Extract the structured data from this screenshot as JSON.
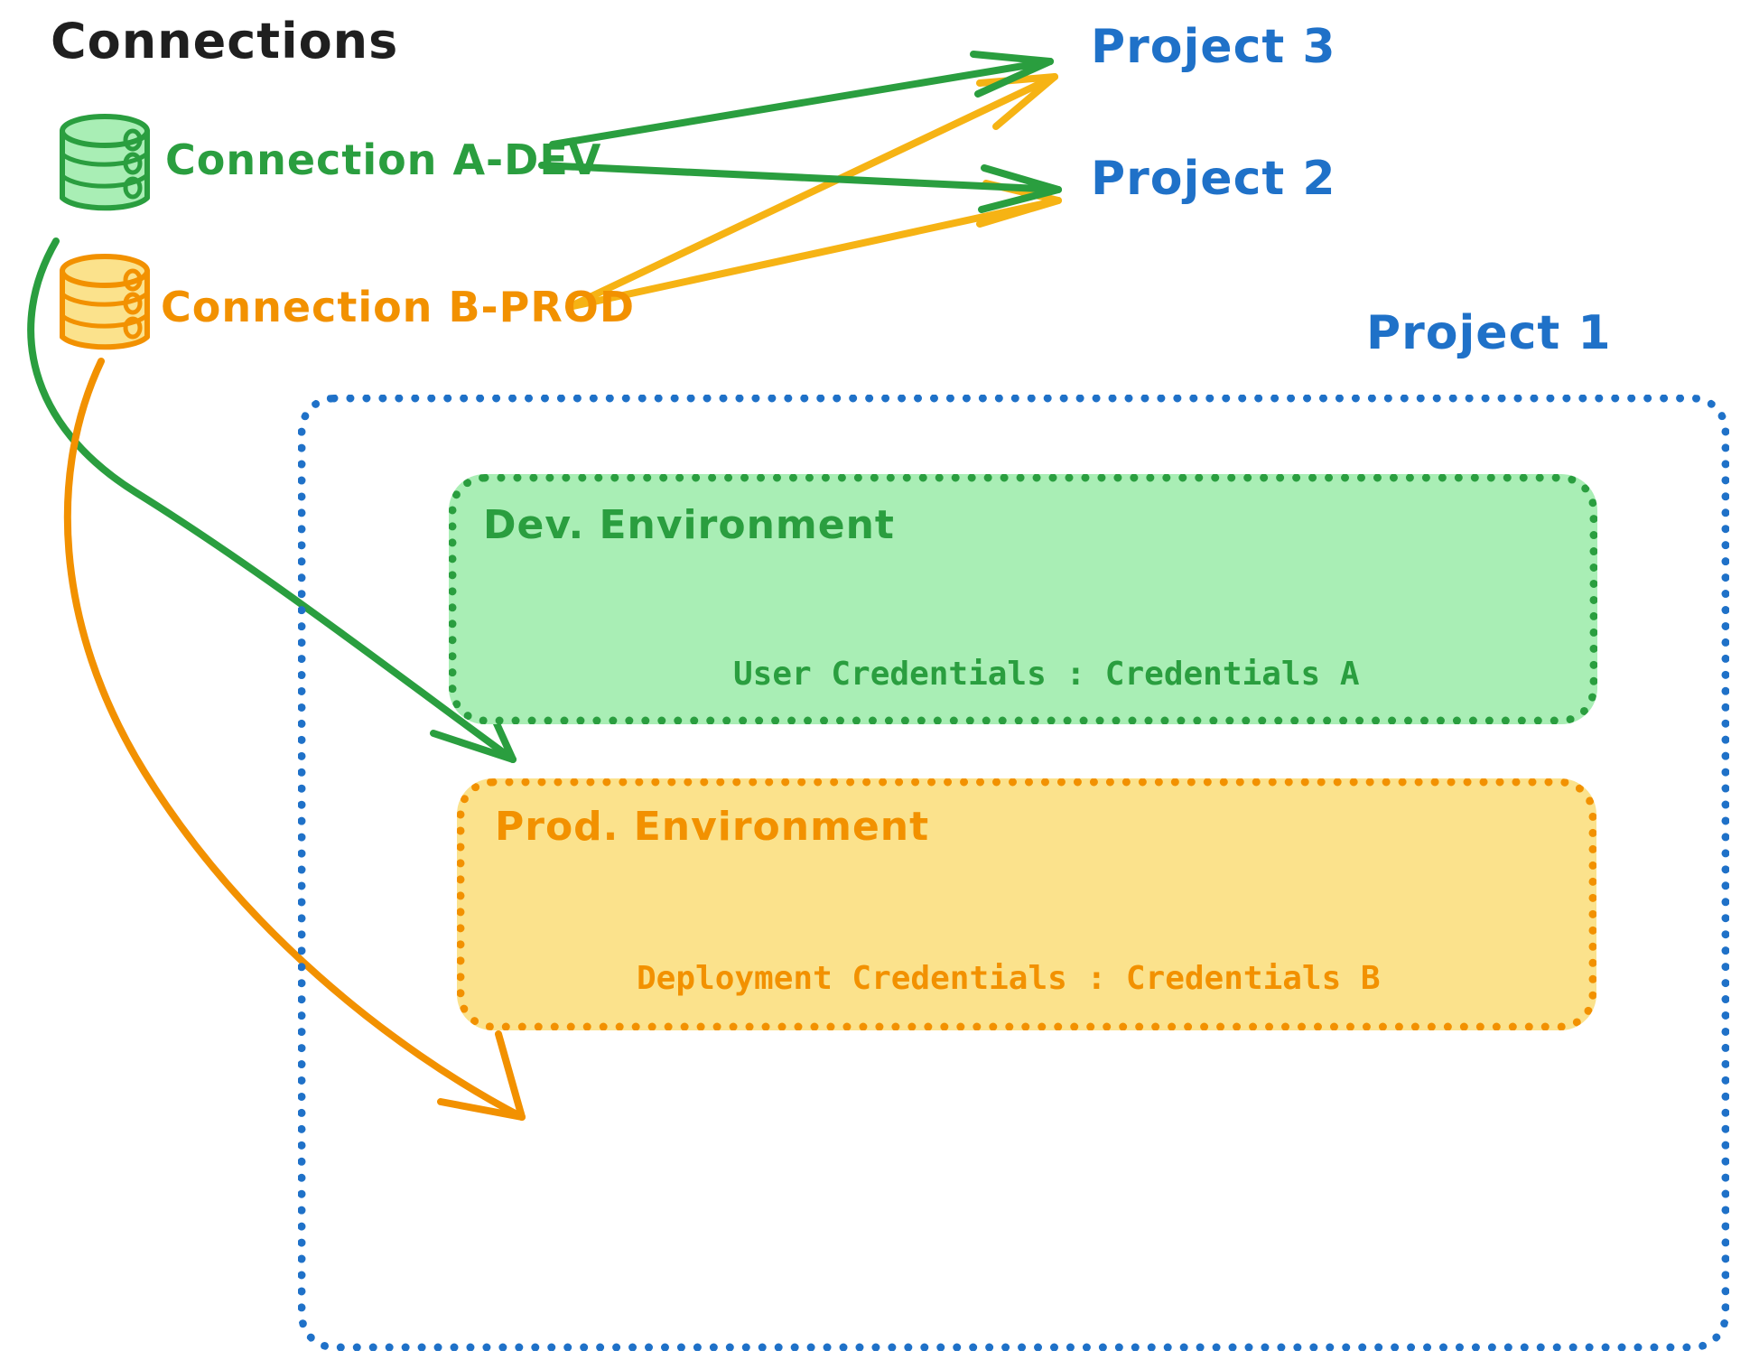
{
  "diagram": {
    "title": "Connections",
    "connections": [
      {
        "id": "a-dev",
        "label": "Connection A-DEV",
        "color": "#2a9e3f",
        "icon": "database-icon"
      },
      {
        "id": "b-prod",
        "label": "Connection B-PROD",
        "color": "#f29100",
        "icon": "database-icon"
      }
    ],
    "projects": [
      {
        "id": "project3",
        "label": "Project 3",
        "color": "#1f71c8"
      },
      {
        "id": "project2",
        "label": "Project 2",
        "color": "#1f71c8"
      },
      {
        "id": "project1",
        "label": "Project 1",
        "color": "#1f71c8"
      }
    ],
    "environments": [
      {
        "id": "dev",
        "label": "Dev. Environment",
        "credentials_label": "User Credentials : Credentials A",
        "border_color": "#2a9e3f",
        "fill_color": "#a9eeb5"
      },
      {
        "id": "prod",
        "label": "Prod. Environment",
        "credentials_label": "Deployment Credentials : Credentials B",
        "border_color": "#f29100",
        "fill_color": "#fbe28c"
      }
    ],
    "container": {
      "id": "project1-container",
      "label": "Project 1",
      "border_color": "#1f71c8"
    },
    "colors": {
      "green": "#2a9e3f",
      "orange": "#f29100",
      "blue": "#1f71c8",
      "black": "#1f1f1f",
      "green_fill": "#a9eeb5",
      "orange_fill": "#fbe28c",
      "amber_arrow": "#f6b314"
    },
    "edges": [
      {
        "from": "a-dev",
        "to": "project3",
        "color": "#2a9e3f",
        "style": "straight-arrow"
      },
      {
        "from": "a-dev",
        "to": "project2",
        "color": "#2a9e3f",
        "style": "straight-arrow"
      },
      {
        "from": "a-dev",
        "to": "dev",
        "color": "#2a9e3f",
        "style": "curved-arrow"
      },
      {
        "from": "b-prod",
        "to": "project3",
        "color": "#f6b314",
        "style": "straight-arrow"
      },
      {
        "from": "b-prod",
        "to": "project2",
        "color": "#f6b314",
        "style": "straight-arrow"
      },
      {
        "from": "b-prod",
        "to": "prod",
        "color": "#f29100",
        "style": "curved-arrow"
      }
    ]
  }
}
